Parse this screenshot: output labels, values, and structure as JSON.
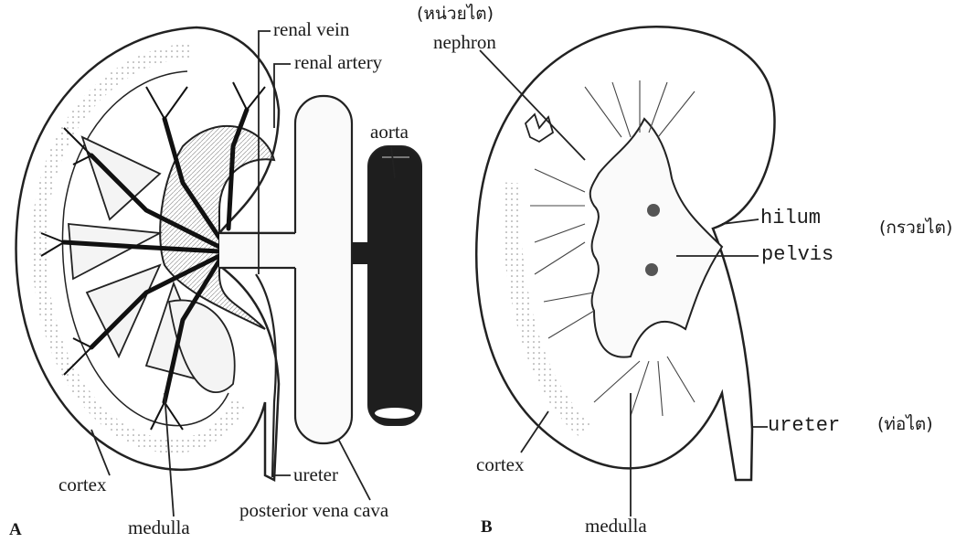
{
  "panelA": {
    "tag": "A",
    "renal_vein": "renal vein",
    "renal_artery": "renal artery",
    "aorta": "aorta",
    "cortex": "cortex",
    "medulla": "medulla",
    "ureter": "ureter",
    "posterior_vena_cava": "posterior vena cava"
  },
  "panelB": {
    "tag": "B",
    "nephron_thai": "(หน่วยไต)",
    "nephron": "nephron",
    "hilum": "hilum",
    "hilum_thai": "(กรวยไต)",
    "pelvis": "pelvis",
    "ureter": "ureter",
    "ureter_thai": "(ท่อไต)",
    "cortex": "cortex",
    "medulla": "medulla"
  }
}
